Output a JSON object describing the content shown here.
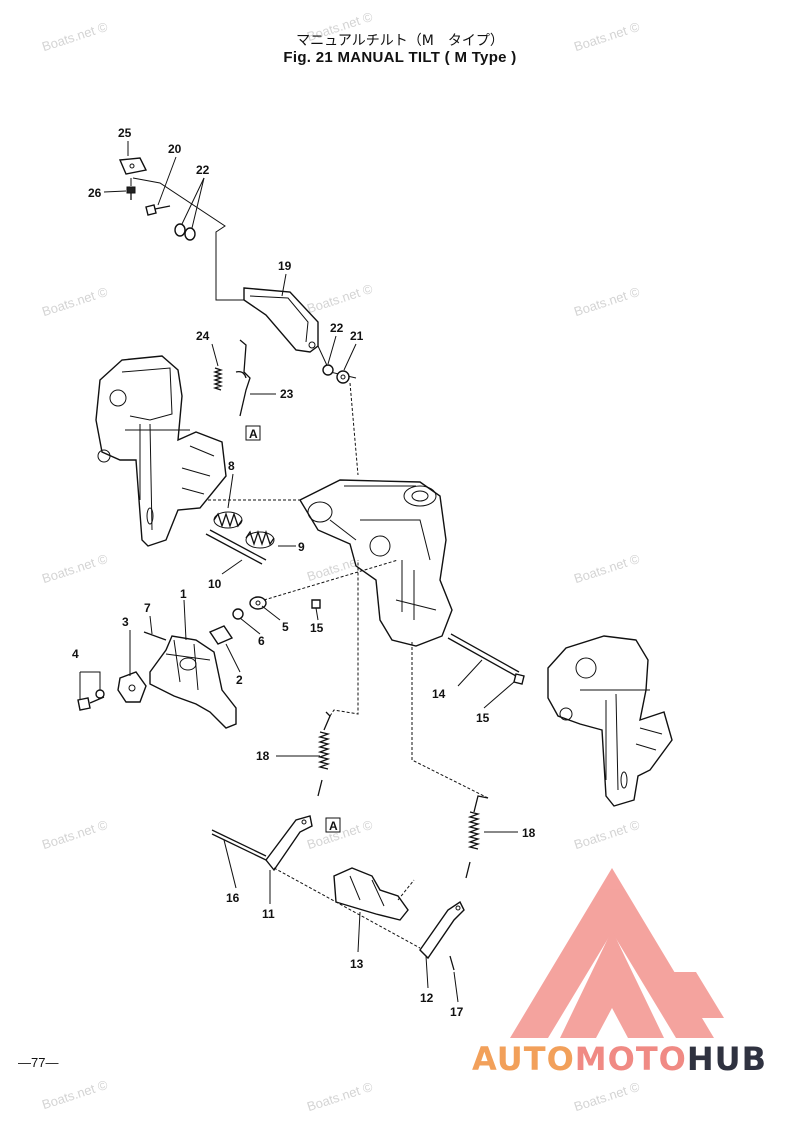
{
  "title_jp": "マニュアルチルト（M　タイプ）",
  "title_en": "Fig. 21   MANUAL TILT ( M Type )",
  "page_number": "—77—",
  "watermark_text": "Boats.net ©",
  "logo": {
    "part1": "AUTO",
    "part2": "MOTO",
    "part3": "HUB",
    "colors": {
      "auto": "#f2a05a",
      "moto": "#f08a84",
      "hub": "#2f3240",
      "triangle": "#f3938e"
    }
  },
  "callouts": {
    "c1": "1",
    "c2": "2",
    "c3": "3",
    "c4": "4",
    "c5": "5",
    "c6": "6",
    "c7": "7",
    "c8": "8",
    "c9": "9",
    "c10": "10",
    "c11": "11",
    "c12": "12",
    "c13": "13",
    "c14": "14",
    "c15a": "15",
    "c15b": "15",
    "c16": "16",
    "c17": "17",
    "c18a": "18",
    "c18b": "18",
    "c19": "19",
    "c20": "20",
    "c21": "21",
    "c22a": "22",
    "c22b": "22",
    "c23": "23",
    "c24": "24",
    "c25": "25",
    "c26": "26",
    "refA1": "A",
    "refA2": "A"
  }
}
